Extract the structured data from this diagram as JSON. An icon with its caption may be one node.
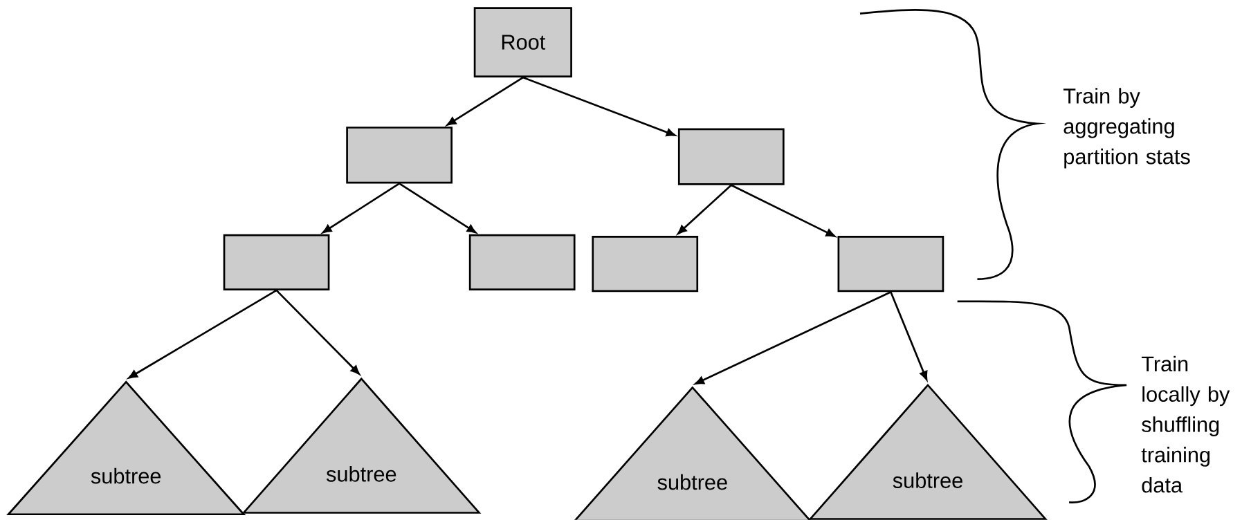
{
  "diagram": {
    "nodes": [
      {
        "text": [
          "Root"
        ]
      },
      {
        "text": [],
        "shape": "box"
      },
      {
        "text": [],
        "shape": "box"
      },
      {
        "text": [],
        "shape": "box"
      },
      {
        "text": [],
        "shape": "box"
      },
      {
        "text": [],
        "shape": "box"
      },
      {
        "text": [],
        "shape": "box"
      },
      {
        "text": [
          "subtree"
        ]
      },
      {
        "text": [
          "subtree"
        ]
      },
      {
        "text": [
          "subtree"
        ]
      },
      {
        "text": [
          "subtree"
        ]
      }
    ],
    "edges": [
      {
        "from": 0,
        "to": 1,
        "arrow": "to"
      },
      {
        "from": 0,
        "to": 2,
        "arrow": "to"
      },
      {
        "from": 1,
        "to": 3,
        "arrow": "to"
      },
      {
        "from": 1,
        "to": 4,
        "arrow": "to"
      },
      {
        "from": 2,
        "to": 5,
        "arrow": "to"
      },
      {
        "from": 2,
        "to": 6,
        "arrow": "to"
      },
      {
        "from": 3,
        "to": 7,
        "arrow": "to"
      },
      {
        "from": 3,
        "to": 8,
        "arrow": "to"
      },
      {
        "from": 6,
        "to": 9,
        "arrow": "to"
      },
      {
        "from": 6,
        "to": 10,
        "arrow": "to"
      }
    ],
    "labels": [
      "Train by aggregating partition stats",
      "Train locally by shuffling training data"
    ]
  }
}
